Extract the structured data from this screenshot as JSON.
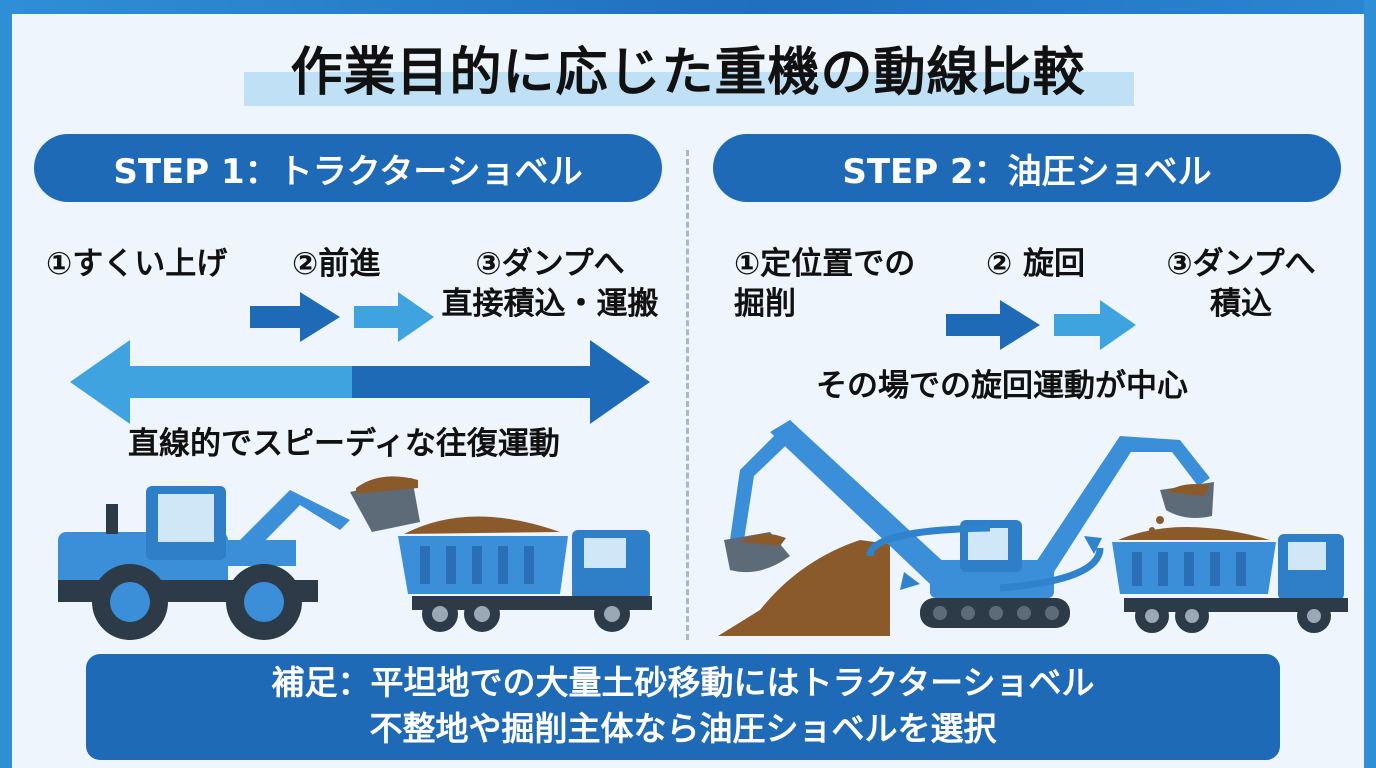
{
  "title": "作業目的に応じた重機の動線比較",
  "step1": {
    "header": "STEP 1：トラクターショベル",
    "s1": "①すくい上げ",
    "s2": "②前進",
    "s3_line1": "③ダンプへ",
    "s3_line2": "直接積込・運搬",
    "caption": "直線的でスピーディな往復運動"
  },
  "step2": {
    "header": "STEP 2：油圧ショベル",
    "s1_line1": "①定位置での",
    "s1_line2": "掘削",
    "s2": "② 旋回",
    "s3_line1": "③ダンプへ",
    "s3_line2": "積込",
    "caption": "その場での旋回運動が中心"
  },
  "note": {
    "line1": "補足：平坦地での大量土砂移動にはトラクターショベル",
    "line2": "不整地や掘削主体なら油圧ショベルを選択"
  },
  "colors": {
    "dark_blue": "#1f6ab7",
    "mid_blue": "#2f82cc",
    "light_blue": "#3fa3e0",
    "machine_blue": "#3b8fd9",
    "soil_brown": "#8b5a2b"
  }
}
